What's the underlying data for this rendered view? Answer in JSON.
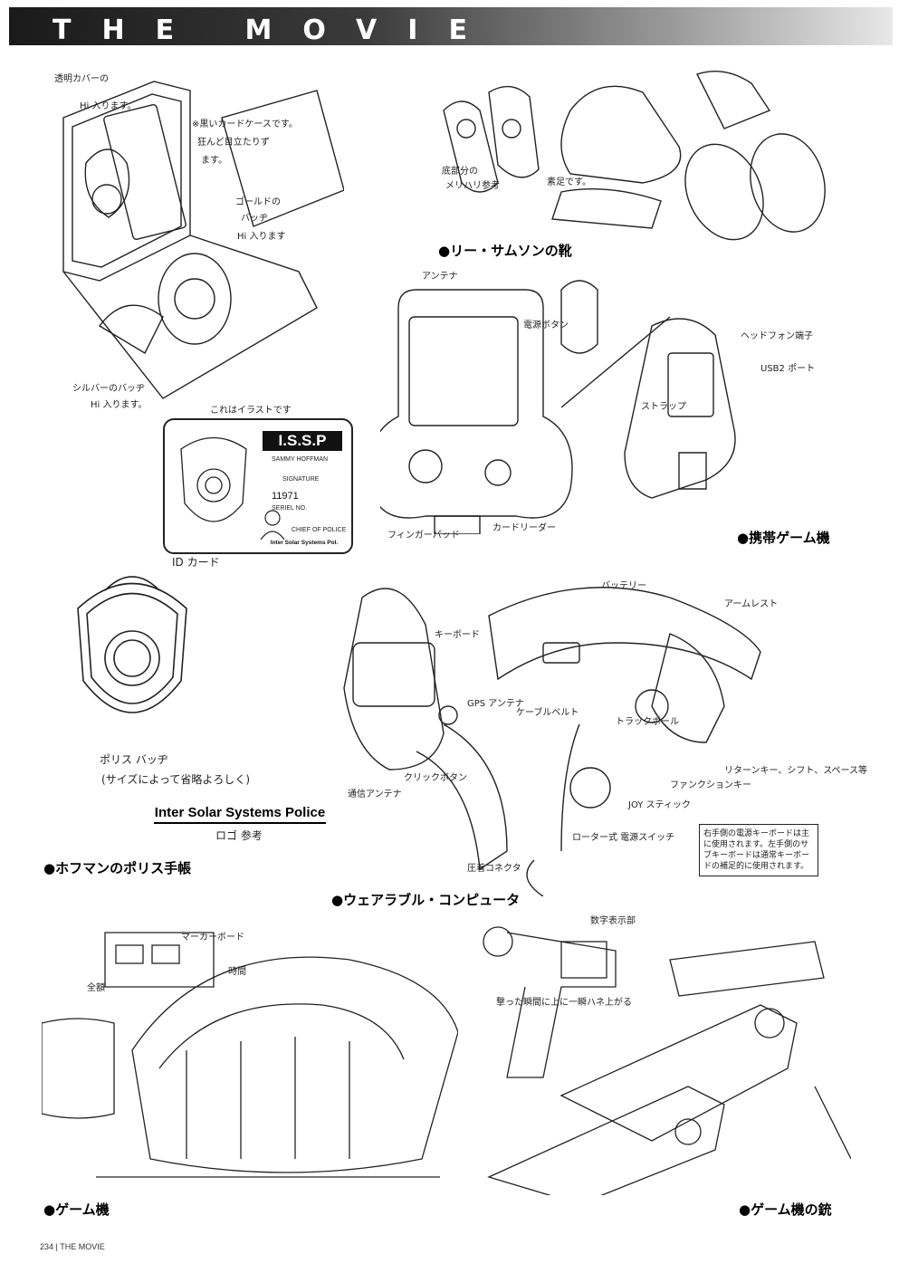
{
  "header": {
    "title": "THE MOVIE"
  },
  "captions": {
    "shoes": "●リー・サムソンの靴",
    "handheld": "●携帯ゲーム機",
    "badge_book": "●ホフマンのポリス手帳",
    "wearable": "●ウェアラブル・コンピュータ",
    "game_machine": "●ゲーム機",
    "game_gun": "●ゲーム機の銃"
  },
  "id_card": {
    "title": "I.S.S.P",
    "name": "SAMMY HOFFMAN",
    "signature_label": "SIGNATURE",
    "serial_label": "SERIEL NO.",
    "serial_number": "11971",
    "chief_label": "CHIEF OF POLICE",
    "org": "Inter Solar Systems Pol.",
    "caption": "ID カード",
    "note_top": "これはイラストです"
  },
  "badge": {
    "note": "ポリス バッヂ",
    "note_sub": "(サイズによって省略よろしく)",
    "logo_text": "Inter Solar Systems Police",
    "logo_note": "ロゴ 参考"
  },
  "notes": {
    "card_cover": "透明カバーの",
    "card_cover_hi": "Hi 入ります。",
    "card_case": "※黒いカードケースです。",
    "card_case_2": "狂んど目立たりず",
    "card_case_3": "ます。",
    "gold_badge": "ゴールドの",
    "gold_badge_2": "バッヂ",
    "gold_badge_3": "Hi 入ります",
    "silver_badge": "シルバーのバッヂ",
    "silver_badge_2": "Hi 入ります。",
    "shoe_sole": "底部分の",
    "shoe_sole_2": "メリハリ参考",
    "shoe_foot": "素足です。",
    "antenna": "アンテナ",
    "power": "電源ボタン",
    "strap": "ストラップ",
    "finger_pad": "フィンガーパッド",
    "card_slot": "カードリーダー",
    "headphone": "ヘッドフォン端子",
    "usb": "USB2 ポート",
    "battery": "バッテリー",
    "armrest": "アームレスト",
    "keyboard": "キーボード",
    "cable_belt": "ケーブルベルト",
    "gps": "GPS アンテナ",
    "trackball": "トラックボール",
    "click": "クリックボタン",
    "comm_antenna": "通信アンテナ",
    "joy": "JOY スティック",
    "function_key": "ファンクションキー",
    "return_key": "リターンキー、シフト、スペース等",
    "power_switch": "ローター式 電源スイッチ",
    "compressed": "圧着コネクタ",
    "side_note": "右手側の電源キーボードは主に使用されます。左手側のサブキーボードは通常キーボードの補足的に使用されます。",
    "marker": "マーカーボード",
    "game_label": "全額",
    "time": "時間",
    "game_gun_note": "数字表示部",
    "gun_note": "撃った瞬間に上に一瞬ハネ上がる"
  },
  "footer": {
    "page": "234",
    "section": "THE MOVIE"
  }
}
